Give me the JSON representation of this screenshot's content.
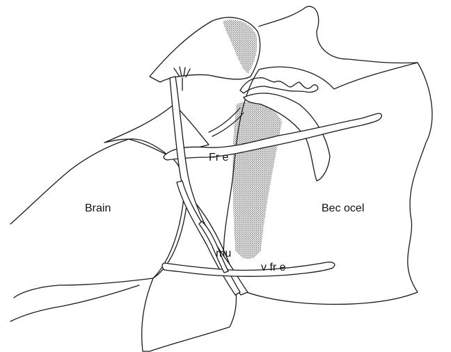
{
  "labels": {
    "fr_e": "Fr e",
    "brain": "Brain",
    "bec_ocel": "Bec ocel",
    "mu": "mu",
    "v_fr_e": "v fr e"
  },
  "colors": {
    "ink": "#1a1a1a",
    "background": "#ffffff"
  }
}
